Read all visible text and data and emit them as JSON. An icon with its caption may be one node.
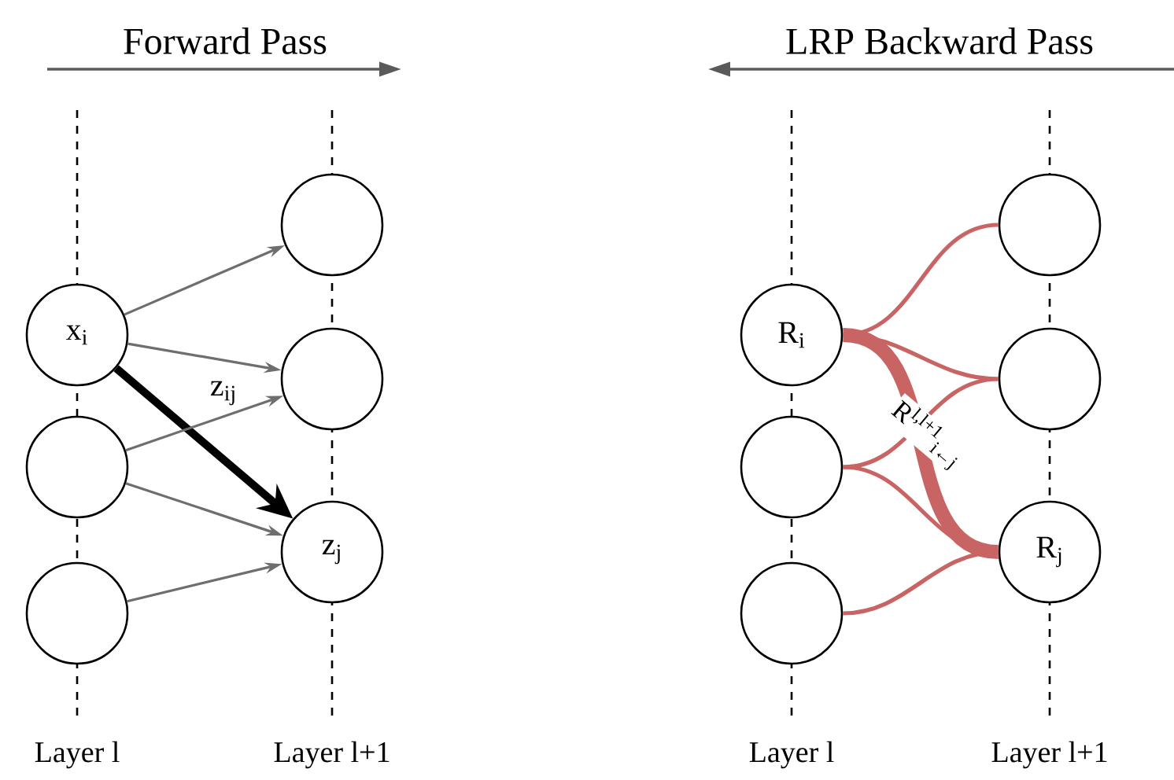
{
  "diagram": {
    "nodes": [
      {
        "text": [
          "x$_{i}$"
        ]
      },
      {
        "text": [],
        "shape": "circle"
      },
      {
        "text": [],
        "shape": "circle"
      },
      {
        "text": [],
        "shape": "circle"
      },
      {
        "text": [],
        "shape": "circle"
      },
      {
        "text": [
          "z$_{j}$"
        ]
      },
      {
        "text": [
          "R$_{i}$"
        ]
      },
      {
        "text": [],
        "shape": "circle"
      },
      {
        "text": [],
        "shape": "circle"
      },
      {
        "text": [],
        "shape": "circle"
      },
      {
        "text": [],
        "shape": "circle"
      },
      {
        "text": [
          "R$_{j}$"
        ]
      }
    ],
    "edges": [
      {
        "from": 0,
        "to": 3,
        "arrow": "to",
        "color": "#6e6e6e"
      },
      {
        "from": 0,
        "to": 4,
        "arrow": "to",
        "color": "#6e6e6e"
      },
      {
        "from": 0,
        "to": 5,
        "arrow": "to",
        "label": "z$_{ij}$",
        "style": "thick",
        "color": "#000000"
      },
      {
        "from": 1,
        "to": 4,
        "arrow": "to",
        "color": "#6e6e6e"
      },
      {
        "from": 1,
        "to": 5,
        "arrow": "to",
        "color": "#6e6e6e"
      },
      {
        "from": 2,
        "to": 5,
        "arrow": "to",
        "color": "#6e6e6e"
      },
      {
        "from": 6,
        "to": 9,
        "arrow": "none",
        "color": "#c96464"
      },
      {
        "from": 6,
        "to": 10,
        "arrow": "none",
        "color": "#c96464"
      },
      {
        "from": 6,
        "to": 11,
        "arrow": "none",
        "label": "R$^{l,l+1}$$_{i←j}$",
        "style": "thick",
        "color": "#c96464"
      },
      {
        "from": 7,
        "to": 10,
        "arrow": "none",
        "color": "#c96464"
      },
      {
        "from": 7,
        "to": 11,
        "arrow": "none",
        "color": "#c96464"
      },
      {
        "from": 8,
        "to": 11,
        "arrow": "none",
        "color": "#c96464"
      }
    ],
    "labels": [
      "Forward Pass",
      "LRP Backward Pass",
      "Layer l",
      "Layer l+1",
      "Layer l",
      "Layer l+1"
    ]
  }
}
